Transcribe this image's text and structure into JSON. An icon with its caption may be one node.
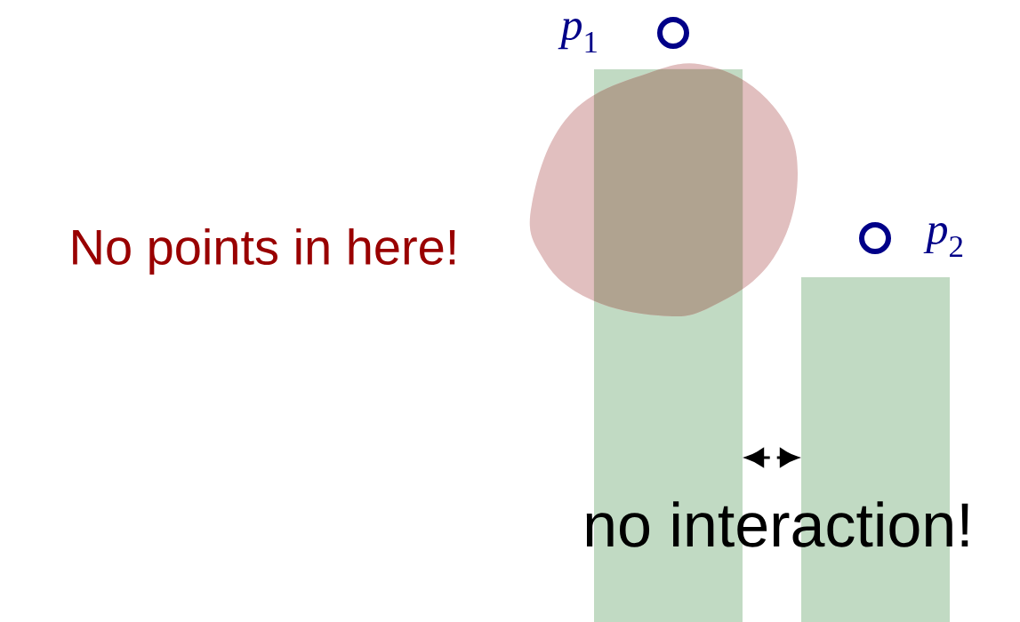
{
  "diagram": {
    "nodes": [
      {
        "text": [],
        "shape": "circle"
      },
      {
        "text": [],
        "shape": "cloud",
        "beside": [
          "No points in here!"
        ]
      },
      {
        "text": [],
        "shape": "bar"
      },
      {
        "text": [],
        "shape": "circle"
      },
      {
        "text": [],
        "shape": "bar"
      }
    ],
    "edges": [
      {
        "from": 2,
        "to": 4,
        "arrow": "both",
        "style": "dashed",
        "label": "no interaction!"
      }
    ],
    "labels": [
      "*p*$_{1}$",
      "*p*$_{2}$"
    ]
  }
}
